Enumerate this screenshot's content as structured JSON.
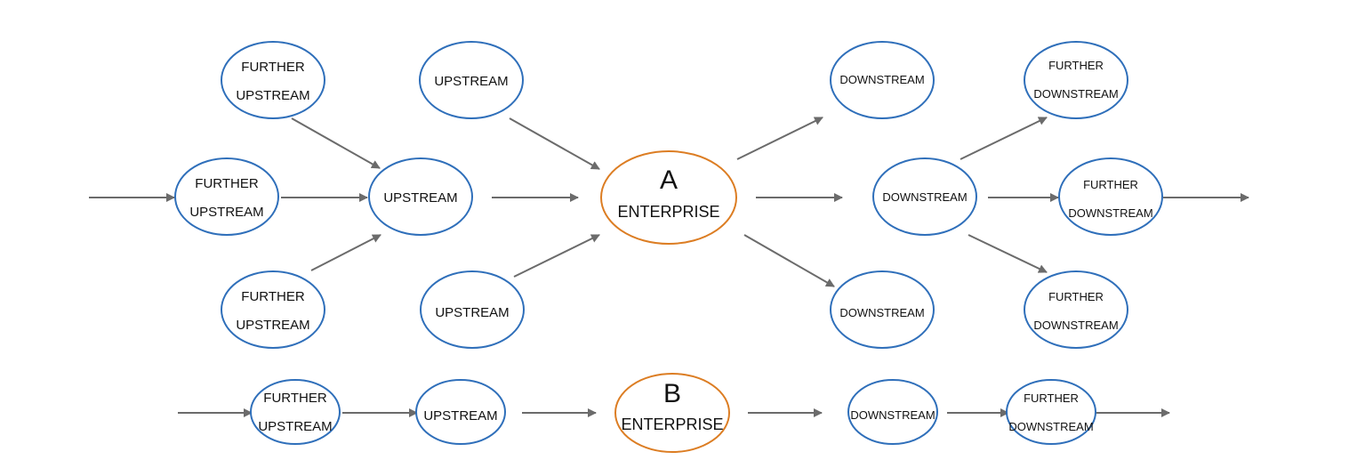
{
  "diagram_a": {
    "letter": "A",
    "enterprise": "ENTERPRISE",
    "further_upstream_top": [
      "FURTHER",
      "UPSTREAM"
    ],
    "further_upstream_mid": [
      "FURTHER",
      "UPSTREAM"
    ],
    "further_upstream_bottom": [
      "FURTHER",
      "UPSTREAM"
    ],
    "upstream_top": "UPSTREAM",
    "upstream_mid": "UPSTREAM",
    "upstream_bottom": "UPSTREAM",
    "downstream_top": "DOWNSTREAM",
    "downstream_mid": "DOWNSTREAM",
    "downstream_bottom": "DOWNSTREAM",
    "further_downstream_top": [
      "FURTHER",
      "DOWNSTREAM"
    ],
    "further_downstream_mid": [
      "FURTHER",
      "DOWNSTREAM"
    ],
    "further_downstream_bottom": [
      "FURTHER",
      "DOWNSTREAM"
    ]
  },
  "diagram_b": {
    "letter": "B",
    "enterprise": "ENTERPRISE",
    "further_upstream": [
      "FURTHER",
      "UPSTREAM"
    ],
    "upstream": "UPSTREAM",
    "downstream": "DOWNSTREAM",
    "further_downstream": [
      "FURTHER",
      "DOWNSTREAM"
    ]
  },
  "colors": {
    "node_stroke": "#2f6fba",
    "enterprise_stroke": "#dc7d23",
    "arrow": "#6b6b6b"
  }
}
